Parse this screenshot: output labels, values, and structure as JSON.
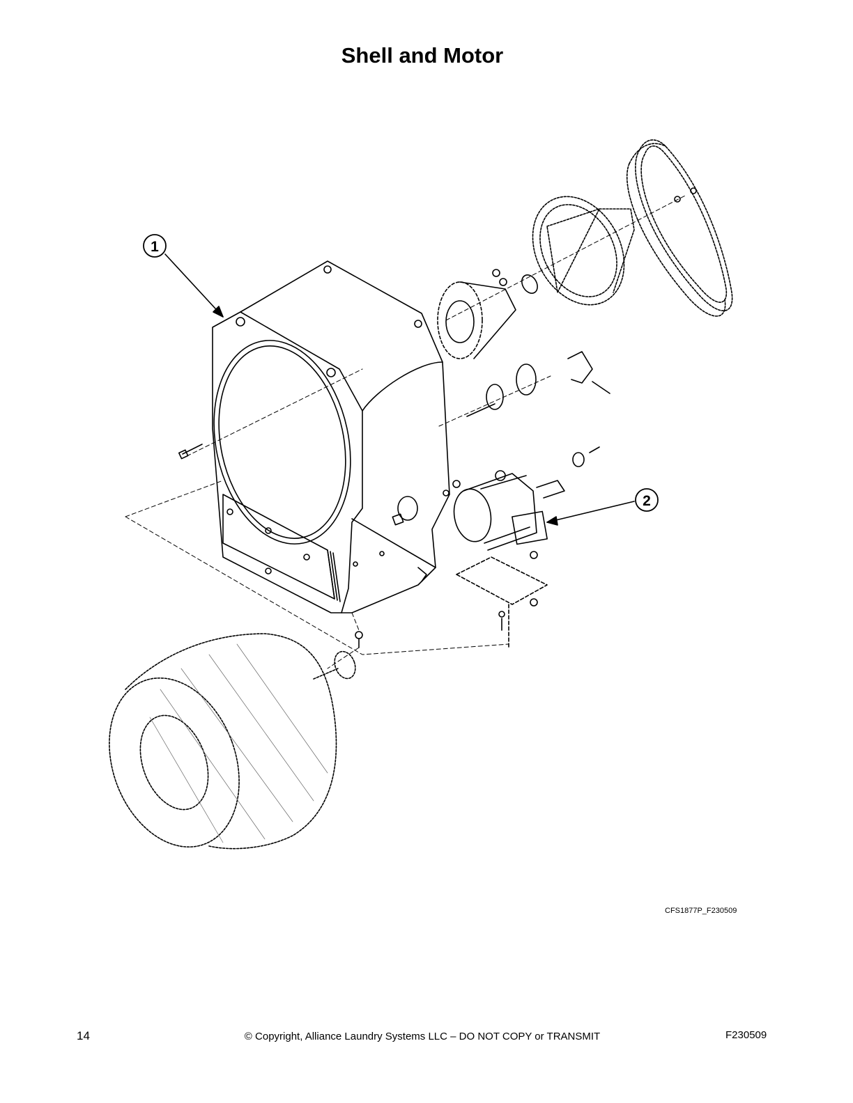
{
  "header": {
    "title": "Shell and Motor"
  },
  "diagram": {
    "callouts": [
      {
        "number": "1",
        "part": "shell"
      },
      {
        "number": "2",
        "part": "motor"
      }
    ],
    "figure_code": "CFS1877P_F230509"
  },
  "footer": {
    "page_number": "14",
    "copyright": "© Copyright, Alliance Laundry Systems LLC – DO NOT COPY or TRANSMIT",
    "doc_code": "F230509"
  }
}
